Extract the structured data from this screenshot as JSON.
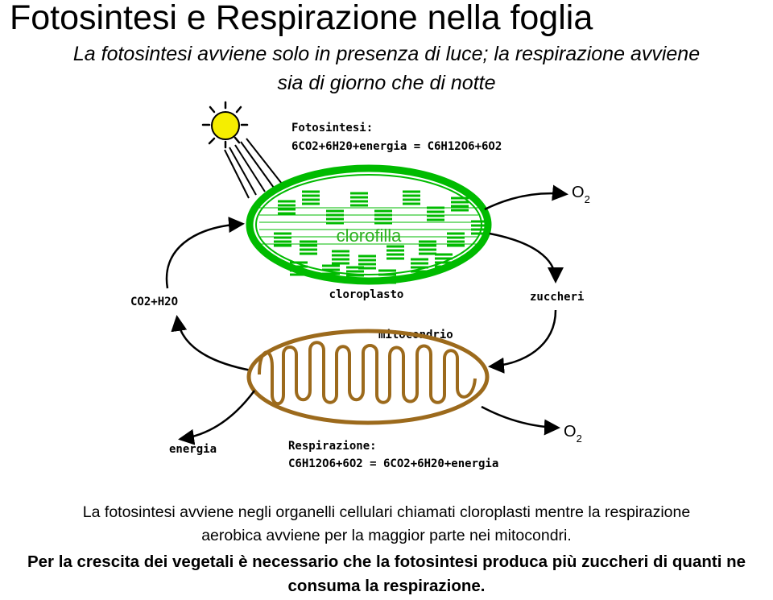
{
  "title": "Fotosintesi e Respirazione nella foglia",
  "subtitle": {
    "line1": "La fotosintesi avviene solo in presenza di luce; la respirazione avviene",
    "line2": "sia di giorno che di notte"
  },
  "diagram": {
    "photosynthesis_heading": "Fotosintesi:",
    "photosynthesis_equation": "6CO2+6H20+energia = C6H12O6+6O2",
    "o2_top": "O",
    "o2_top_sub": "2",
    "chlorophyll_label": "clorofilla",
    "chloroplast_label": "cloroplasto",
    "co2_h2o_label": "CO2+H2O",
    "sugars_label": "zuccheri",
    "mitochondrion_label": "mitocondrio",
    "o2_bottom": "O",
    "o2_bottom_sub": "2",
    "energy_label": "energia",
    "respiration_heading": "Respirazione:",
    "respiration_equation": "C6H12O6+6O2 = 6CO2+6H20+energia",
    "colors": {
      "chloroplast": "#00bb00",
      "chlorophyll_text": "#2bb01e",
      "mitochondrion": "#9c6a1c",
      "sun": "#f5ee00"
    }
  },
  "paragraph1": {
    "line1": "La fotosintesi avviene negli organelli cellulari chiamati cloroplasti mentre la respirazione",
    "line2": "aerobica avviene per la maggior parte nei mitocondri."
  },
  "paragraph2": {
    "line1": "Per la crescita dei vegetali è necessario che la fotosintesi produca più zuccheri di quanti ne",
    "line2": "consuma la respirazione."
  }
}
